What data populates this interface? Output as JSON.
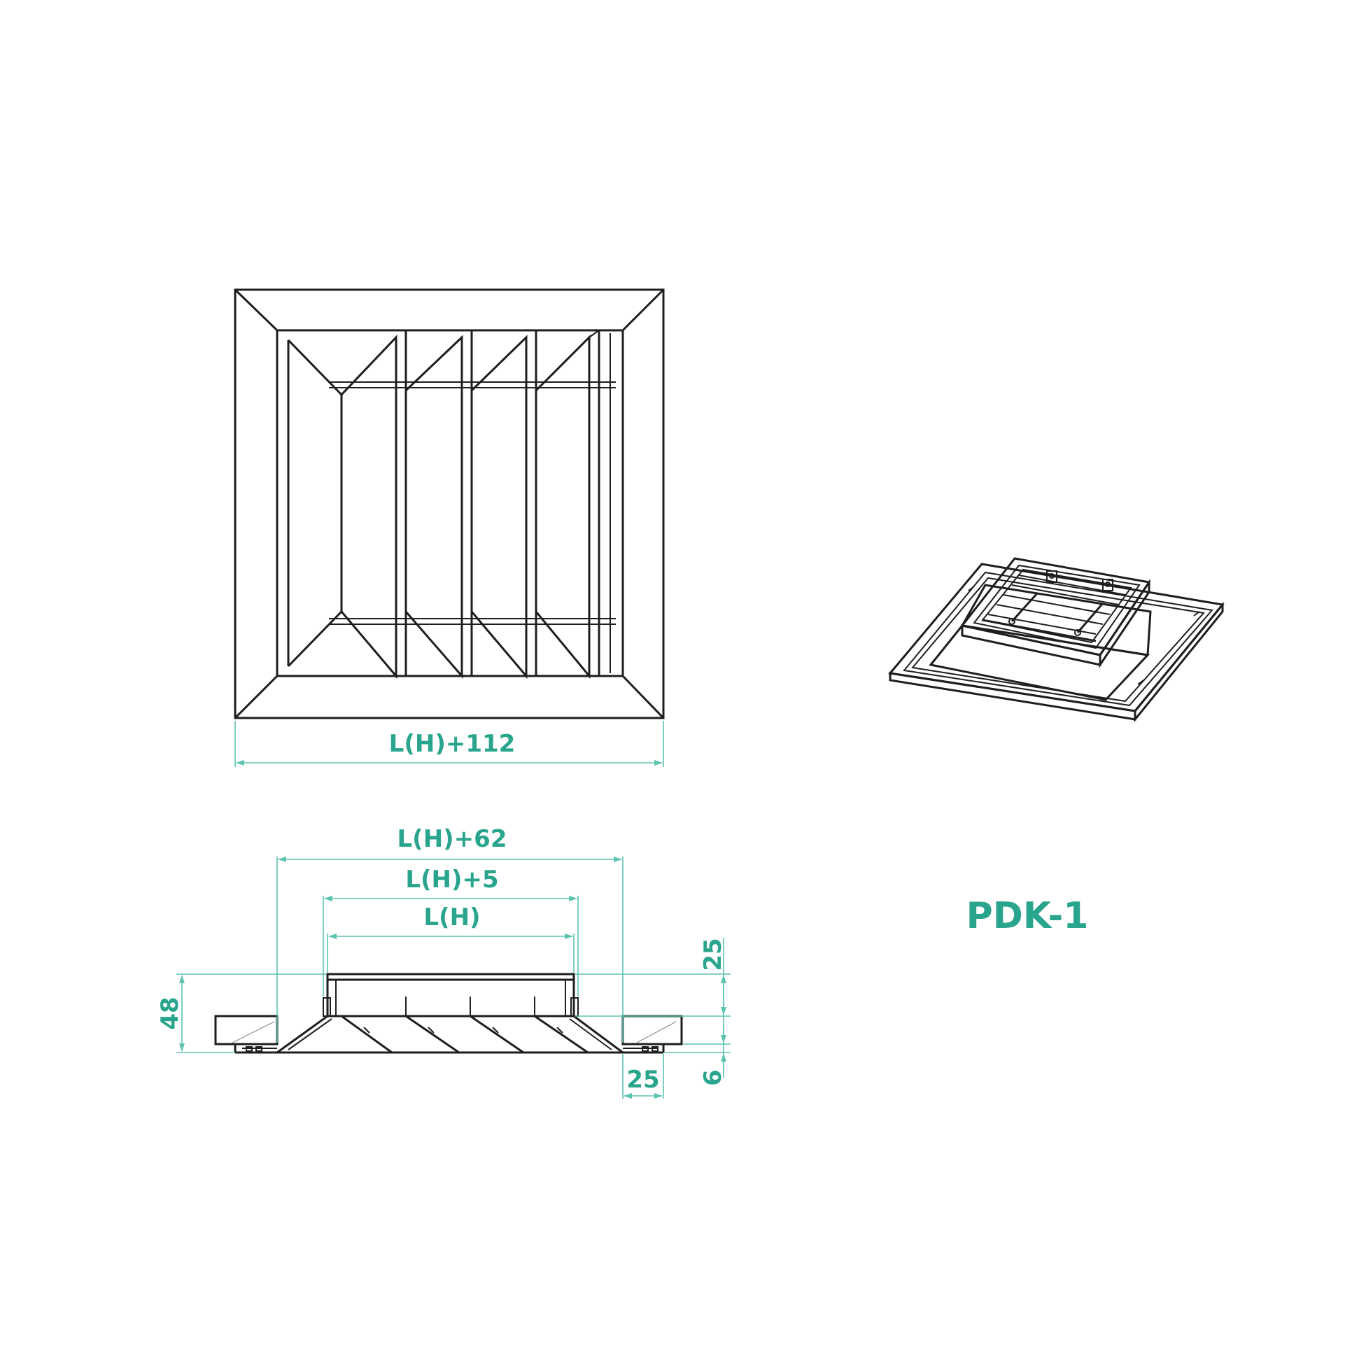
{
  "product_code": "PDK-1",
  "colors": {
    "accent": "#2aa58d",
    "dimension_line": "#5cc3b0",
    "outline": "#1e1e1e"
  },
  "dimensions": {
    "front_width": "L(H)+112",
    "outer_frame_width": "L(H)+62",
    "inner_frame_width": "L(H)+5",
    "nominal_width": "L(H)",
    "total_height": "48",
    "collar_height": "25",
    "flange_width": "25",
    "flange_thickness": "6"
  }
}
